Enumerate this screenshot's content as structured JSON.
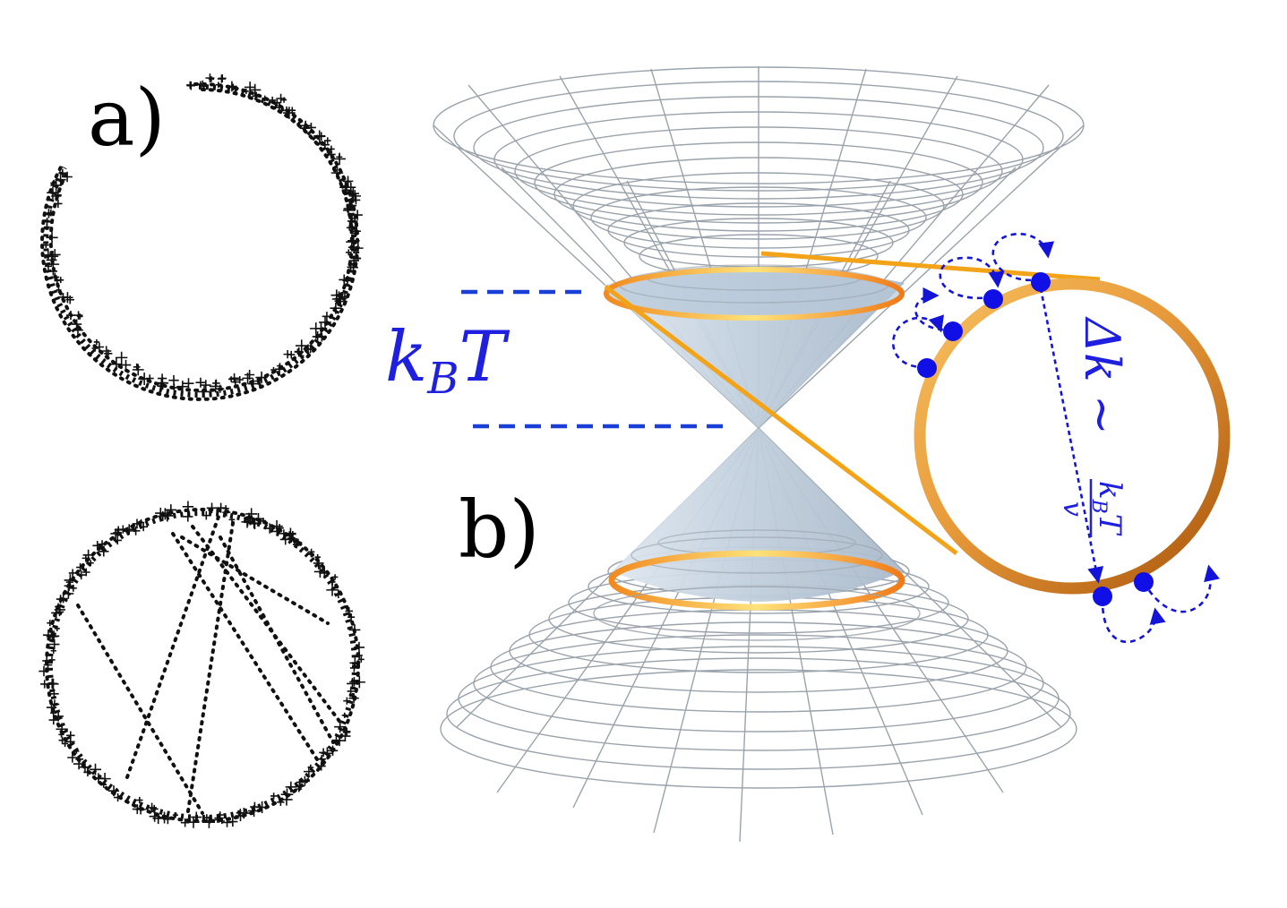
{
  "figure": {
    "panel_a_label": "a)",
    "panel_b_label": "b)",
    "energy_scale": {
      "k": "k",
      "sub": "B",
      "T": "T"
    },
    "momentum_spread": {
      "delta": "Δ",
      "k": "k",
      "sim": "∼",
      "frac_num": "k",
      "frac_num_sub": "B",
      "frac_num_T": "T",
      "frac_den": "v"
    },
    "colors": {
      "accent_blue": "#1414d8",
      "ring_orange": "#f0a030",
      "ring_brown": "#b2600e",
      "cone_fill": "#c5d3e2",
      "mesh_gray": "#9aa3ab"
    }
  }
}
